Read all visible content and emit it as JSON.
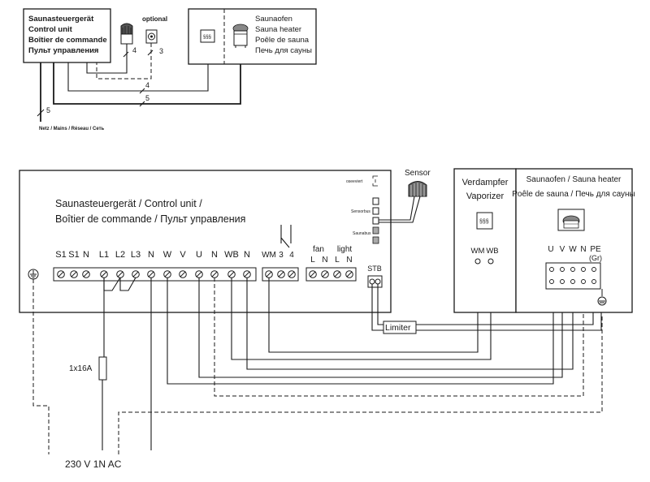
{
  "overview": {
    "control_unit_lines": [
      "Saunasteuergerät",
      "Control unit",
      "Boîtier de commande",
      "Пульт управления"
    ],
    "optional_label": "optional",
    "heater_lines": [
      "Saunaofen",
      "Sauna heater",
      "Poêle de sauna",
      "Печь для сауны"
    ],
    "heater_icon_text": "§§§",
    "cable_4": "4",
    "cable_3": "3",
    "cable_4b": "4",
    "cable_5": "5",
    "cable_5b": "5",
    "mains_label": "Netz / Mains / Réseau / Сеть"
  },
  "main": {
    "control_unit_line1": "Saunasteuergerät / Control unit /",
    "control_unit_line2": "Boîtier de commande / Пульт управления",
    "oseeviert_label": "oseeviert",
    "sensorbus_label": "Sensorbus",
    "saunabus_label": "Saunabus",
    "sensor_label": "Sensor",
    "terminals": [
      "S1",
      "S1",
      "N",
      "L1",
      "L2",
      "L3",
      "N",
      "W",
      "V",
      "U",
      "N",
      "WB",
      "N"
    ],
    "wm_group": [
      "WM",
      "3",
      "4"
    ],
    "fan_label": "fan",
    "light_label": "light",
    "fan_light_terminals": [
      "L",
      "N",
      "L",
      "N"
    ],
    "stb_label": "STB",
    "limiter_label": "Limiter",
    "fuse_label": "1x16A",
    "supply_label": "230 V 1N AC",
    "vaporizer_lines": [
      "Verdampfer",
      "Vaporizer"
    ],
    "vaporizer_icon_text": "§§§",
    "vaporizer_terminals": [
      "WM",
      "WB"
    ],
    "heater_title_line1": "Saunaofen / Sauna heater",
    "heater_title_line2": "Poêle de sauna / Печь для сауны",
    "heater_terminals": [
      "U",
      "V",
      "W",
      "N",
      "PE"
    ],
    "heater_pe_note": "(Gr)"
  }
}
